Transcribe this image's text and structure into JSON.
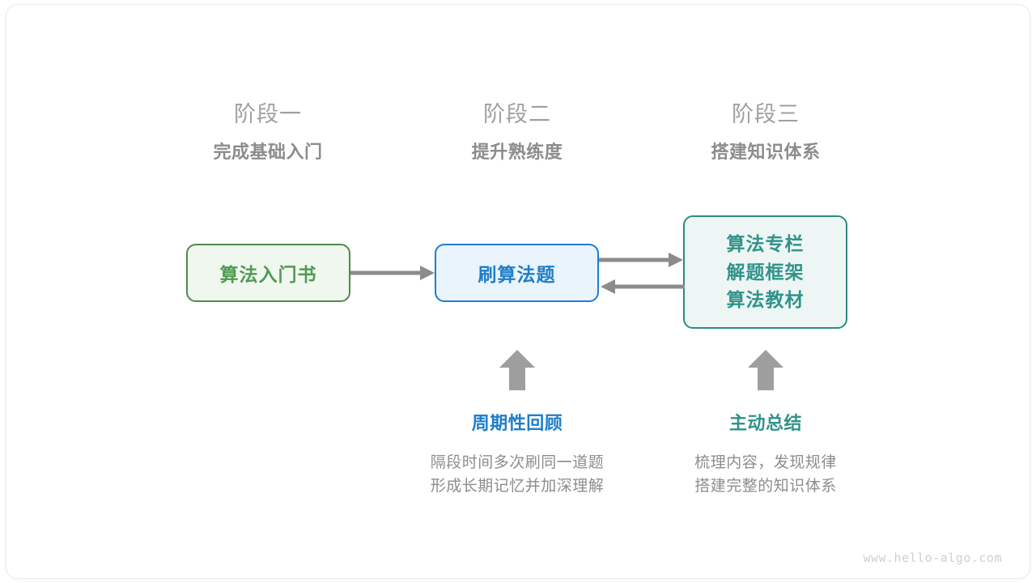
{
  "diagram": {
    "stages": [
      {
        "title": "阶段一",
        "subtitle": "完成基础入门"
      },
      {
        "title": "阶段二",
        "subtitle": "提升熟练度"
      },
      {
        "title": "阶段三",
        "subtitle": "搭建知识体系"
      }
    ],
    "nodes": [
      {
        "id": "book",
        "label": "算法入门书",
        "color": "#4f9a52",
        "border": "#4e8b4e",
        "fill": "#f0f7ef"
      },
      {
        "id": "practice",
        "label": "刷算法题",
        "color": "#1f7ec9",
        "border": "#1c7ed0",
        "fill": "#e9f4fd"
      },
      {
        "id": "resources",
        "lines": [
          "算法专栏",
          "解题框架",
          "算法教材"
        ],
        "color": "#31938a",
        "border": "#2f8a80",
        "fill": "#edf6f4"
      }
    ],
    "notes": [
      {
        "title": "周期性回顾",
        "accent": "#1f7ec9",
        "desc_line1": "隔段时间多次刷同一道题",
        "desc_line2": "形成长期记忆并加深理解"
      },
      {
        "title": "主动总结",
        "accent": "#31938a",
        "desc_line1": "梳理内容，发现规律",
        "desc_line2": "搭建完整的知识体系"
      }
    ],
    "arrow_color": "#8c8c8c",
    "watermark": "www.hello-algo.com"
  }
}
